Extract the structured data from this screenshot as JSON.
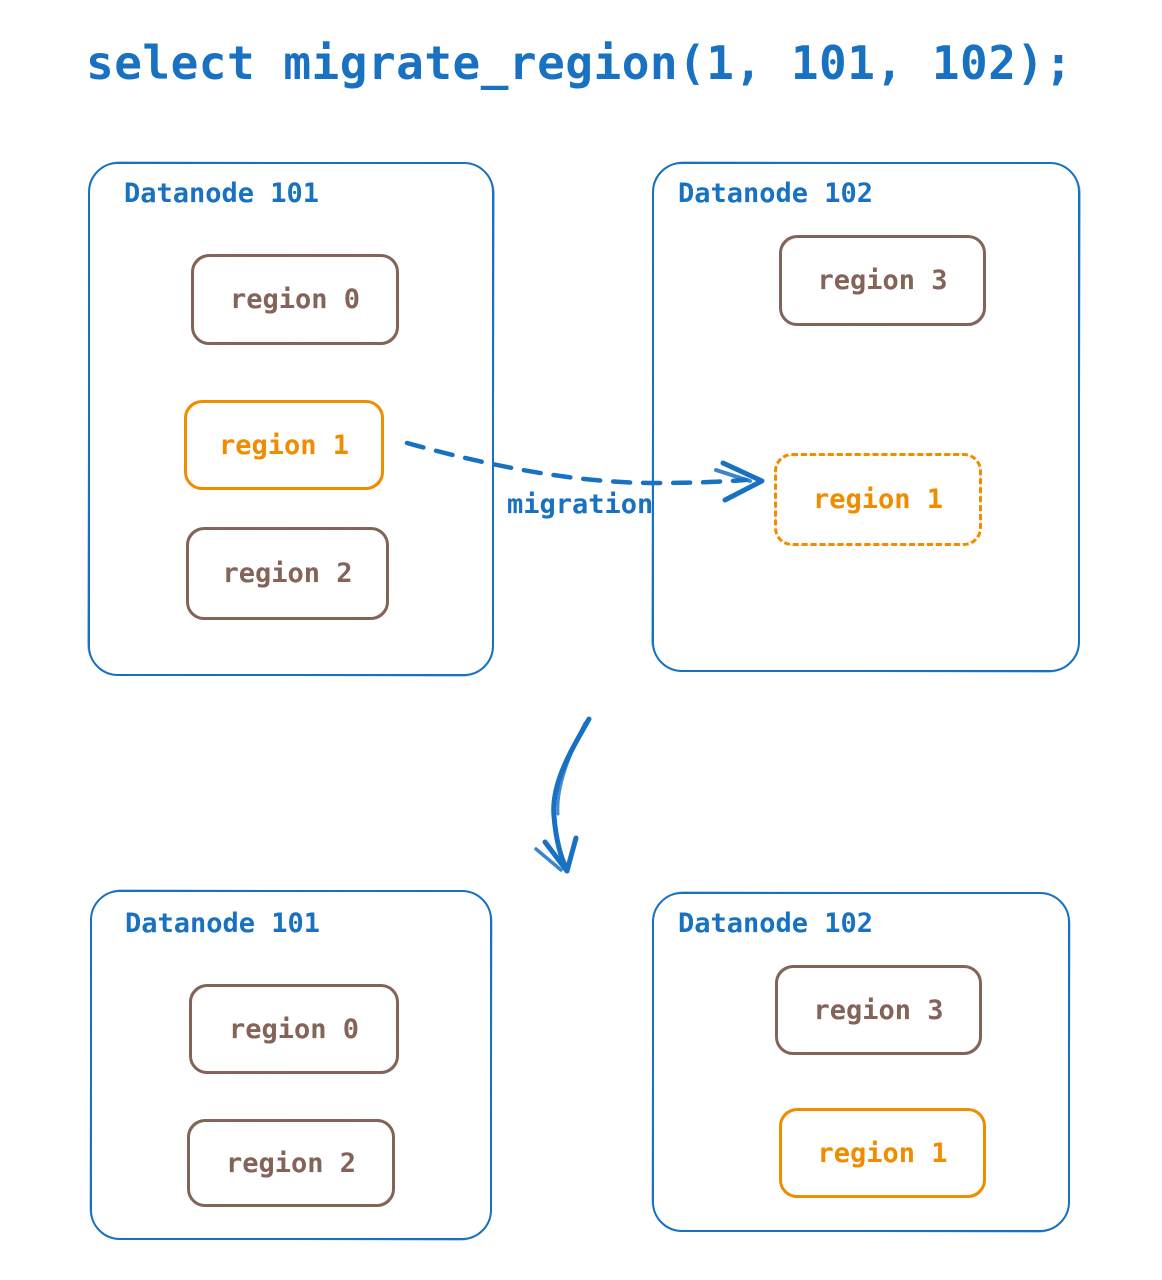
{
  "title": "select migrate_region(1, 101, 102);",
  "migration_label": "migration",
  "colors": {
    "blue": "#1971c2",
    "orange": "#f08c00",
    "brown": "#846358"
  },
  "before": {
    "datanode_101": {
      "label": "Datanode 101",
      "regions": [
        {
          "label": "region 0"
        },
        {
          "label": "region 1"
        },
        {
          "label": "region 2"
        }
      ]
    },
    "datanode_102": {
      "label": "Datanode 102",
      "regions": [
        {
          "label": "region 3"
        },
        {
          "label": "region 1"
        }
      ]
    }
  },
  "after": {
    "datanode_101": {
      "label": "Datanode 101",
      "regions": [
        {
          "label": "region 0"
        },
        {
          "label": "region 2"
        }
      ]
    },
    "datanode_102": {
      "label": "Datanode 102",
      "regions": [
        {
          "label": "region 3"
        },
        {
          "label": "region 1"
        }
      ]
    }
  }
}
